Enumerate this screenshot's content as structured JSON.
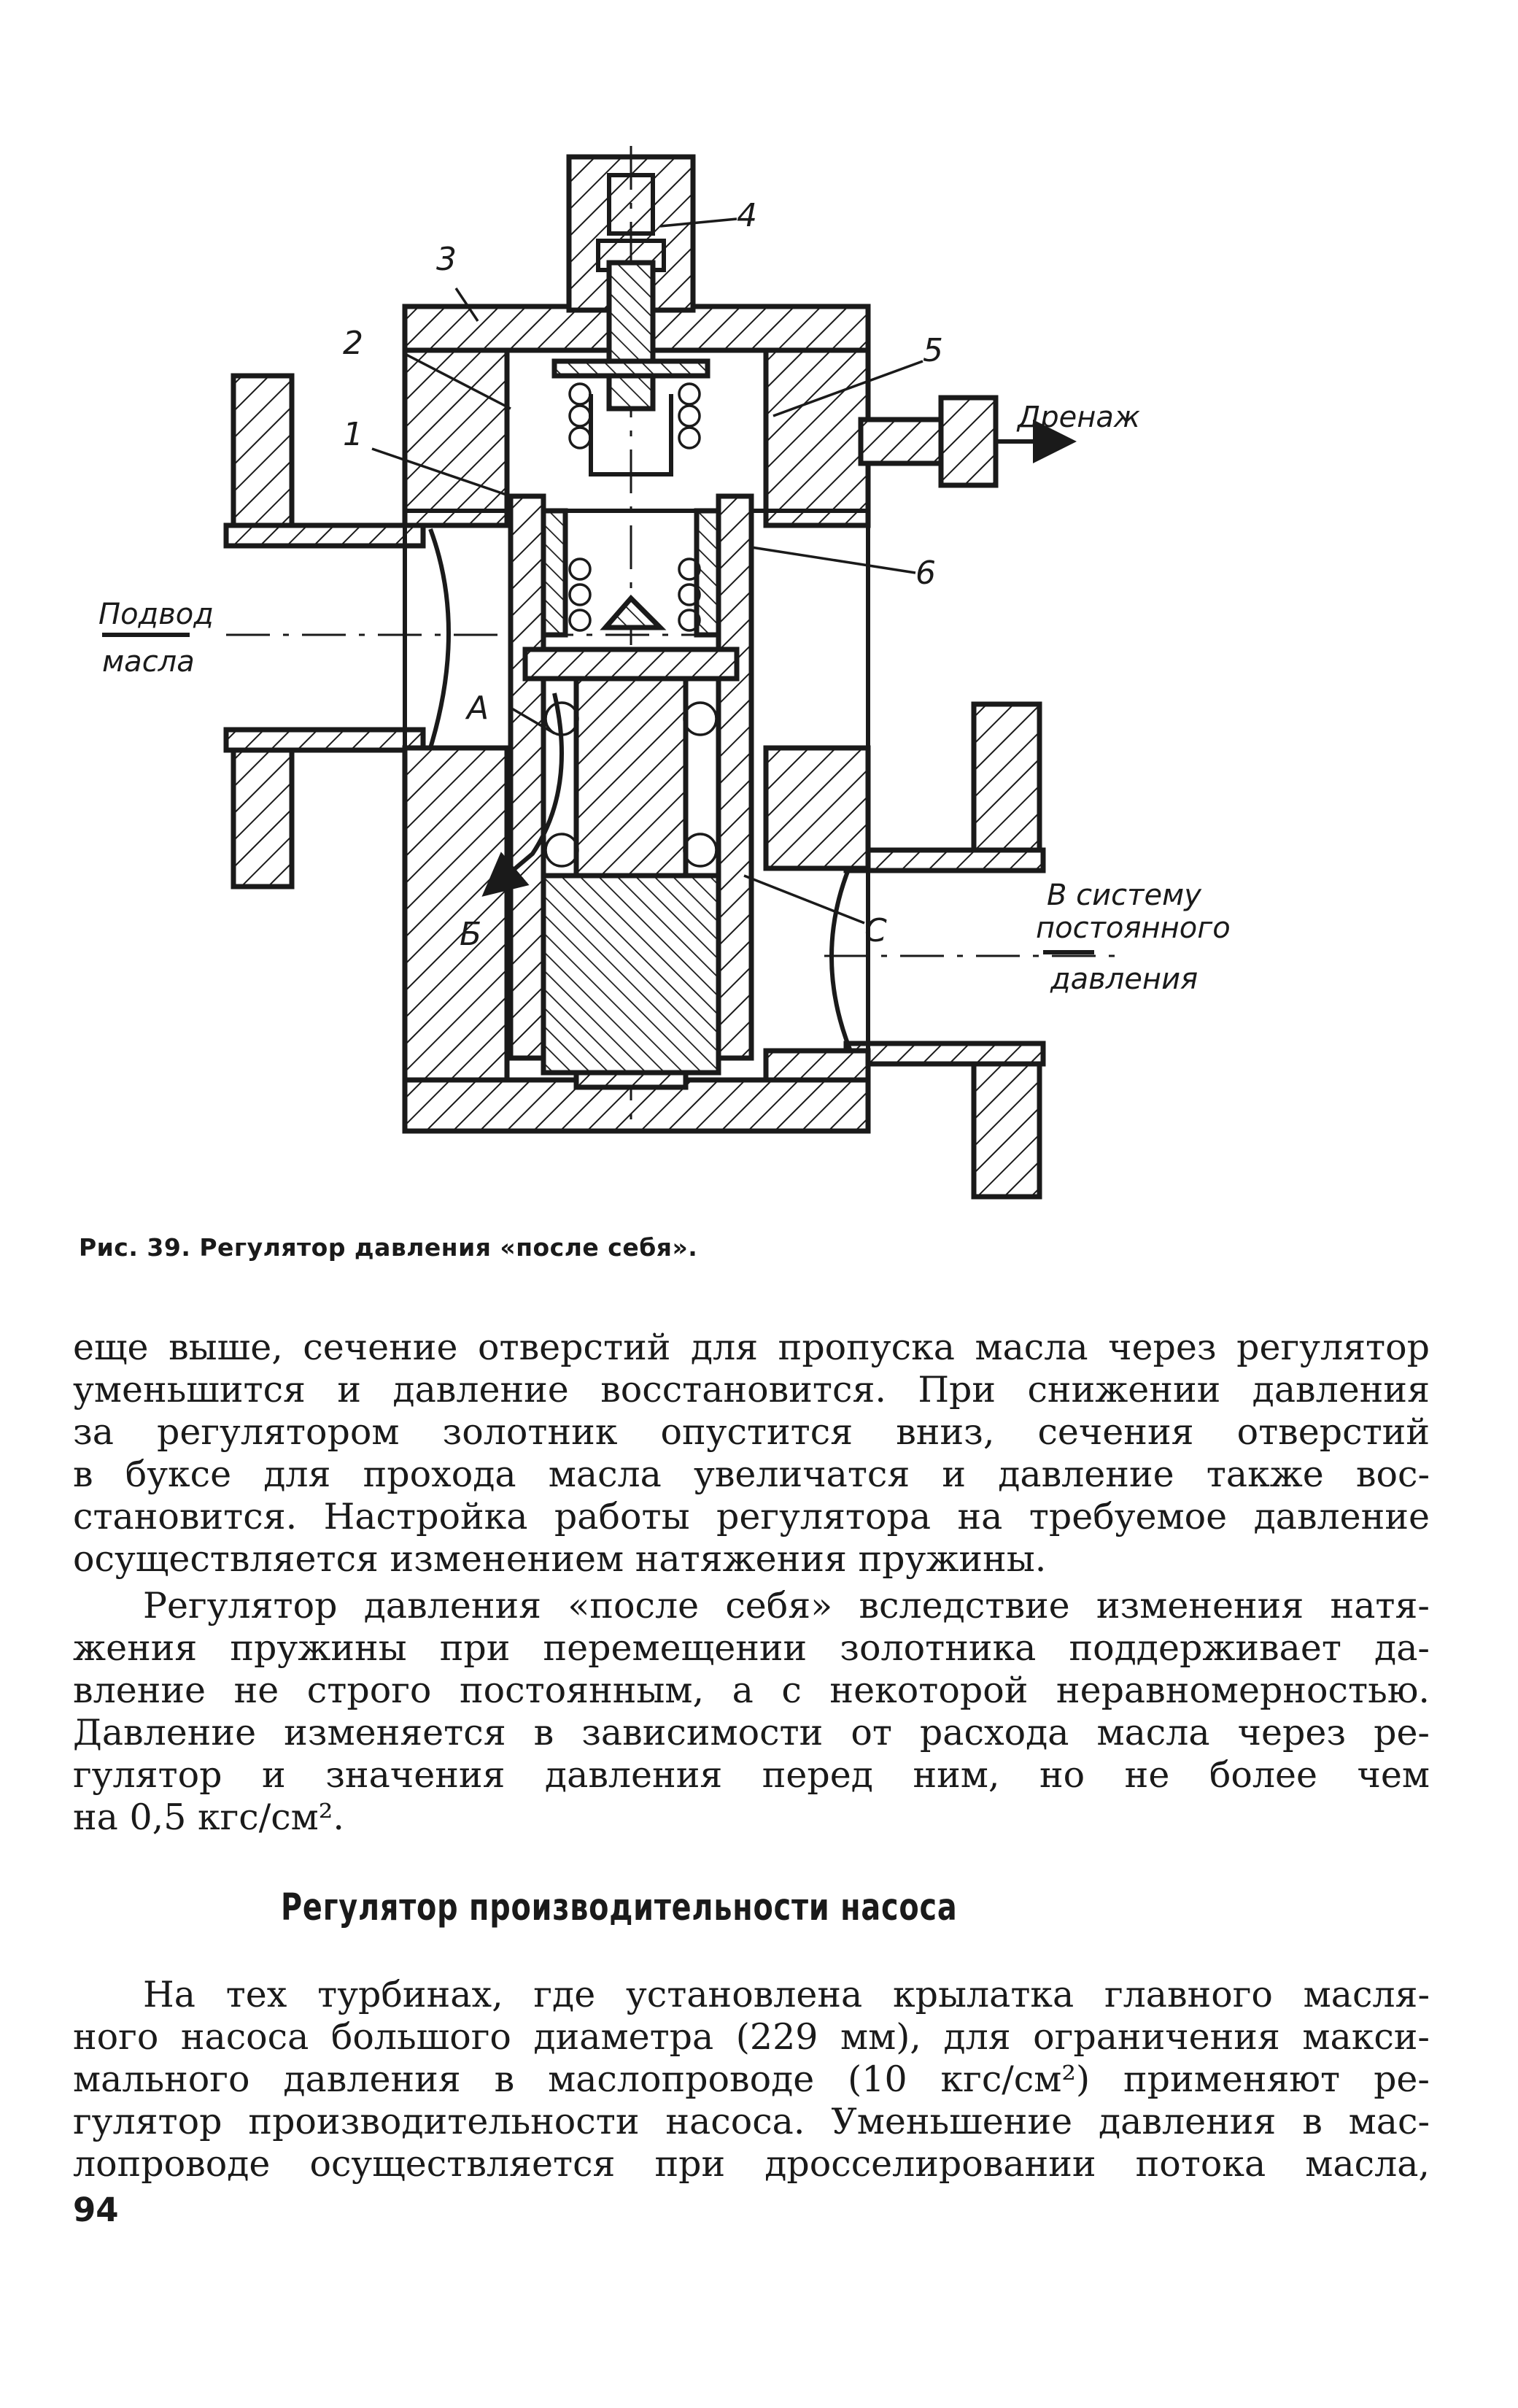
{
  "figure": {
    "labels": {
      "n1": "1",
      "n2": "2",
      "n3": "3",
      "n4": "4",
      "n5": "5",
      "n6": "6",
      "A": "А",
      "B": "Б",
      "C": "С",
      "drain": "Дренаж",
      "inlet_line1": "Подвод",
      "inlet_line2": "масла",
      "outlet_line1": "В систему",
      "outlet_line2": "постоянного",
      "outlet_line3": "давления"
    },
    "caption": "Рис. 39. Регулятор давления «после себя»."
  },
  "paragraph1": [
    "еще выше, сечение отверстий для пропуска масла через регулятор",
    "уменьшится и давление восстановится. При снижении давления",
    "за регулятором золотник опустится вниз, сечения отверстий",
    "в буксе для прохода масла увеличатся и давление также вос-",
    "становится. Настройка работы регулятора на требуемое давление",
    "осуществляется изменением натяжения пружины."
  ],
  "paragraph2": [
    "Регулятор давления «после себя» вследствие изменения натя-",
    "жения пружины при перемещении золотника поддерживает да-",
    "вление не строго постоянным, а с некоторой неравномерностью.",
    "Давление изменяется в зависимости от расхода масла через ре-",
    "гулятор и значения давления перед ним, но не более чем",
    "на 0,5 кгс/см²."
  ],
  "heading": "Регулятор производительности насоса",
  "paragraph3": [
    "На тех турбинах, где установлена крылатка главного масля-",
    "ного насоса большого диаметра (229 мм), для ограничения макси-",
    "мального давления в маслопроводе (10 кгс/см²) применяют ре-",
    "гулятор производительности насоса. Уменьшение давления в мас-",
    "лопроводе осуществляется при дросселировании потока масла,"
  ],
  "page_number": "94"
}
